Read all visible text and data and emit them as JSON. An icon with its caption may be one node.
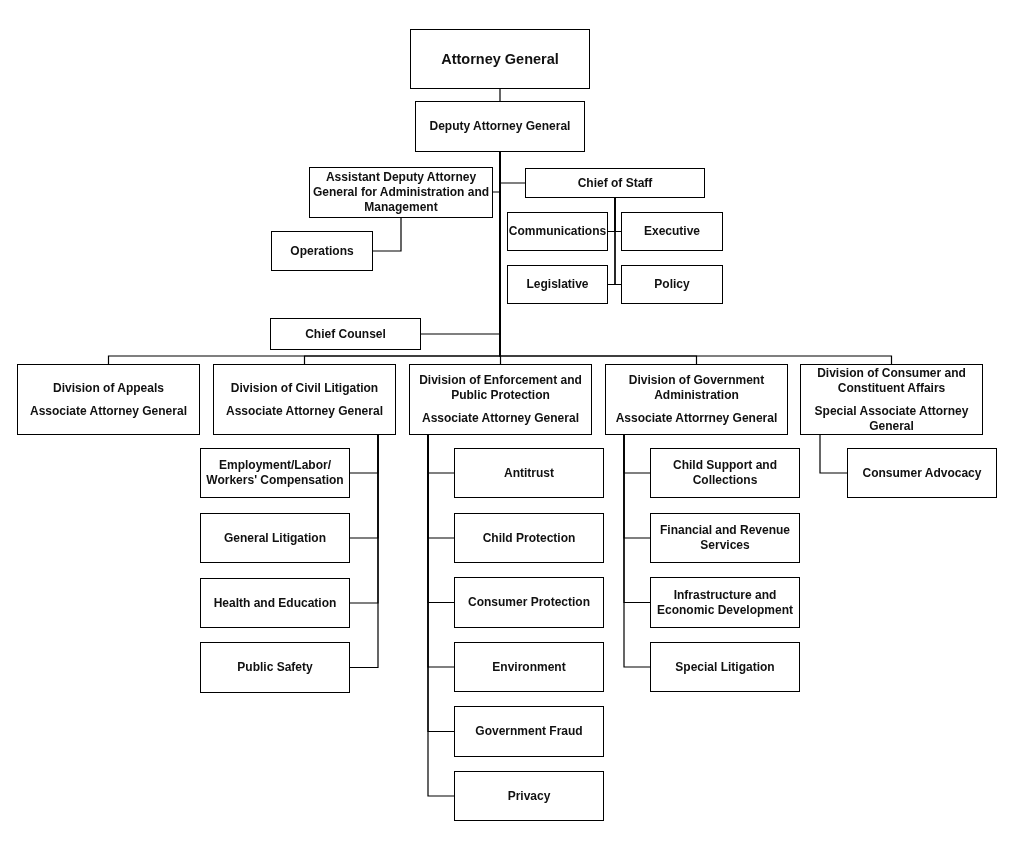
{
  "diagram": {
    "nodes": [
      {
        "text": [
          "Attorney General"
        ]
      },
      {
        "text": [
          "Deputy Attorney General"
        ]
      },
      {
        "text": [
          "Assistant Deputy Attorney General for Administration and Management"
        ]
      },
      {
        "text": [
          "Chief of Staff"
        ]
      },
      {
        "text": [
          "Operations"
        ]
      },
      {
        "text": [
          "Communications"
        ]
      },
      {
        "text": [
          "Executive"
        ]
      },
      {
        "text": [
          "Legislative"
        ]
      },
      {
        "text": [
          "Policy"
        ]
      },
      {
        "text": [
          "Chief Counsel"
        ]
      },
      {
        "text": [
          "Division of Appeals",
          "Associate Attorney General"
        ]
      },
      {
        "text": [
          "Division of Civil Litigation",
          "Associate Attorney General"
        ]
      },
      {
        "text": [
          "Division of Enforcement and Public Protection",
          "Associate Attorney General"
        ]
      },
      {
        "text": [
          "Division of Government Administration",
          "Associate Attorrney General"
        ]
      },
      {
        "text": [
          "Division of Consumer and Constituent Affairs",
          "Special Associate Attorney General"
        ]
      },
      {
        "text": [
          "Employment/Labor/ Workers' Compensation"
        ]
      },
      {
        "text": [
          "General Litigation"
        ]
      },
      {
        "text": [
          "Health and Education"
        ]
      },
      {
        "text": [
          "Public Safety"
        ]
      },
      {
        "text": [
          "Antitrust"
        ]
      },
      {
        "text": [
          "Child Protection"
        ]
      },
      {
        "text": [
          "Consumer Protection"
        ]
      },
      {
        "text": [
          "Environment"
        ]
      },
      {
        "text": [
          "Government Fraud"
        ]
      },
      {
        "text": [
          "Privacy"
        ]
      },
      {
        "text": [
          "Child Support and Collections"
        ]
      },
      {
        "text": [
          "Financial and Revenue Services"
        ]
      },
      {
        "text": [
          "Infrastructure and Economic Development"
        ]
      },
      {
        "text": [
          "Special Litigation"
        ]
      },
      {
        "text": [
          "Consumer Advocacy"
        ]
      }
    ],
    "edges": [
      {
        "from": 0,
        "to": 1,
        "arrow": "none"
      },
      {
        "from": 1,
        "to": 2,
        "arrow": "none"
      },
      {
        "from": 1,
        "to": 3,
        "arrow": "none"
      },
      {
        "from": 2,
        "to": 4,
        "arrow": "none"
      },
      {
        "from": 3,
        "to": 5,
        "arrow": "none"
      },
      {
        "from": 3,
        "to": 6,
        "arrow": "none"
      },
      {
        "from": 3,
        "to": 7,
        "arrow": "none"
      },
      {
        "from": 3,
        "to": 8,
        "arrow": "none"
      },
      {
        "from": 1,
        "to": 9,
        "arrow": "none"
      },
      {
        "from": 1,
        "to": 10,
        "arrow": "none"
      },
      {
        "from": 1,
        "to": 11,
        "arrow": "none"
      },
      {
        "from": 1,
        "to": 12,
        "arrow": "none"
      },
      {
        "from": 1,
        "to": 13,
        "arrow": "none"
      },
      {
        "from": 1,
        "to": 14,
        "arrow": "none"
      },
      {
        "from": 11,
        "to": 15,
        "arrow": "none"
      },
      {
        "from": 11,
        "to": 16,
        "arrow": "none"
      },
      {
        "from": 11,
        "to": 17,
        "arrow": "none"
      },
      {
        "from": 11,
        "to": 18,
        "arrow": "none"
      },
      {
        "from": 12,
        "to": 19,
        "arrow": "none"
      },
      {
        "from": 12,
        "to": 20,
        "arrow": "none"
      },
      {
        "from": 12,
        "to": 21,
        "arrow": "none"
      },
      {
        "from": 12,
        "to": 22,
        "arrow": "none"
      },
      {
        "from": 12,
        "to": 23,
        "arrow": "none"
      },
      {
        "from": 12,
        "to": 24,
        "arrow": "none"
      },
      {
        "from": 13,
        "to": 25,
        "arrow": "none"
      },
      {
        "from": 13,
        "to": 26,
        "arrow": "none"
      },
      {
        "from": 13,
        "to": 27,
        "arrow": "none"
      },
      {
        "from": 13,
        "to": 28,
        "arrow": "none"
      },
      {
        "from": 14,
        "to": 29,
        "arrow": "none"
      }
    ]
  }
}
